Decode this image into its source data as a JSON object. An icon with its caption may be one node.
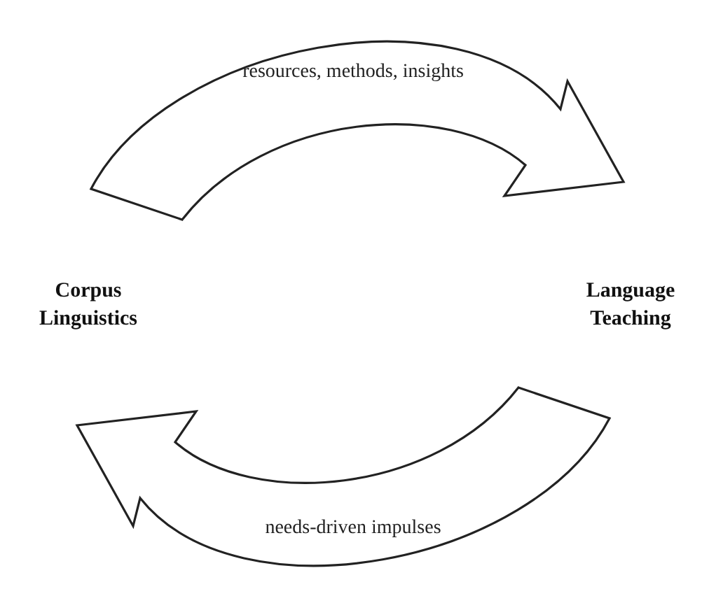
{
  "diagram": {
    "nodes": [
      {
        "text": [
          "Corpus Linguistics"
        ]
      },
      {
        "text": [
          "Language Teaching"
        ]
      }
    ],
    "edges": [
      {
        "from": 0,
        "to": 1,
        "arrow": "to",
        "label": "resources, methods, insights"
      },
      {
        "from": 1,
        "to": 0,
        "arrow": "to",
        "label": "needs-driven impulses"
      }
    ]
  }
}
